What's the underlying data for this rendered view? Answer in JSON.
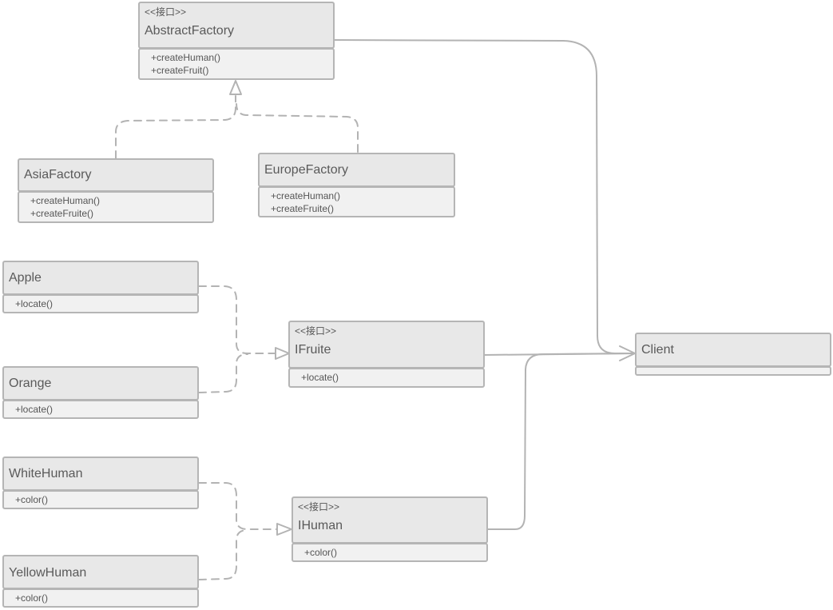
{
  "stereotype": "<<接口>>",
  "classes": {
    "abstract_factory": {
      "stereotype": "<<接口>>",
      "name": "AbstractFactory",
      "ops": [
        "+createHuman()",
        "+createFruit()"
      ]
    },
    "asia_factory": {
      "name": "AsiaFactory",
      "ops": [
        "+createHuman()",
        "+createFruite()"
      ]
    },
    "europe_factory": {
      "name": "EuropeFactory",
      "ops": [
        "+createHuman()",
        "+createFruite()"
      ]
    },
    "apple": {
      "name": "Apple",
      "ops": [
        "+locate()"
      ]
    },
    "orange": {
      "name": "Orange",
      "ops": [
        "+locate()"
      ]
    },
    "ifruite": {
      "stereotype": "<<接口>>",
      "name": "IFruite",
      "ops": [
        "+locate()"
      ]
    },
    "white_human": {
      "name": "WhiteHuman",
      "ops": [
        "+color()"
      ]
    },
    "yellow_human": {
      "name": "YellowHuman",
      "ops": [
        "+color()"
      ]
    },
    "ihuman": {
      "stereotype": "<<接口>>",
      "name": "IHuman",
      "ops": [
        "+color()"
      ]
    },
    "client": {
      "name": "Client",
      "ops": []
    }
  },
  "colors": {
    "box_fill": "#e8e8e8",
    "body_fill": "#f1f1f1",
    "border": "#b5b5b5",
    "line": "#b0b0b0",
    "text": "#555555"
  }
}
